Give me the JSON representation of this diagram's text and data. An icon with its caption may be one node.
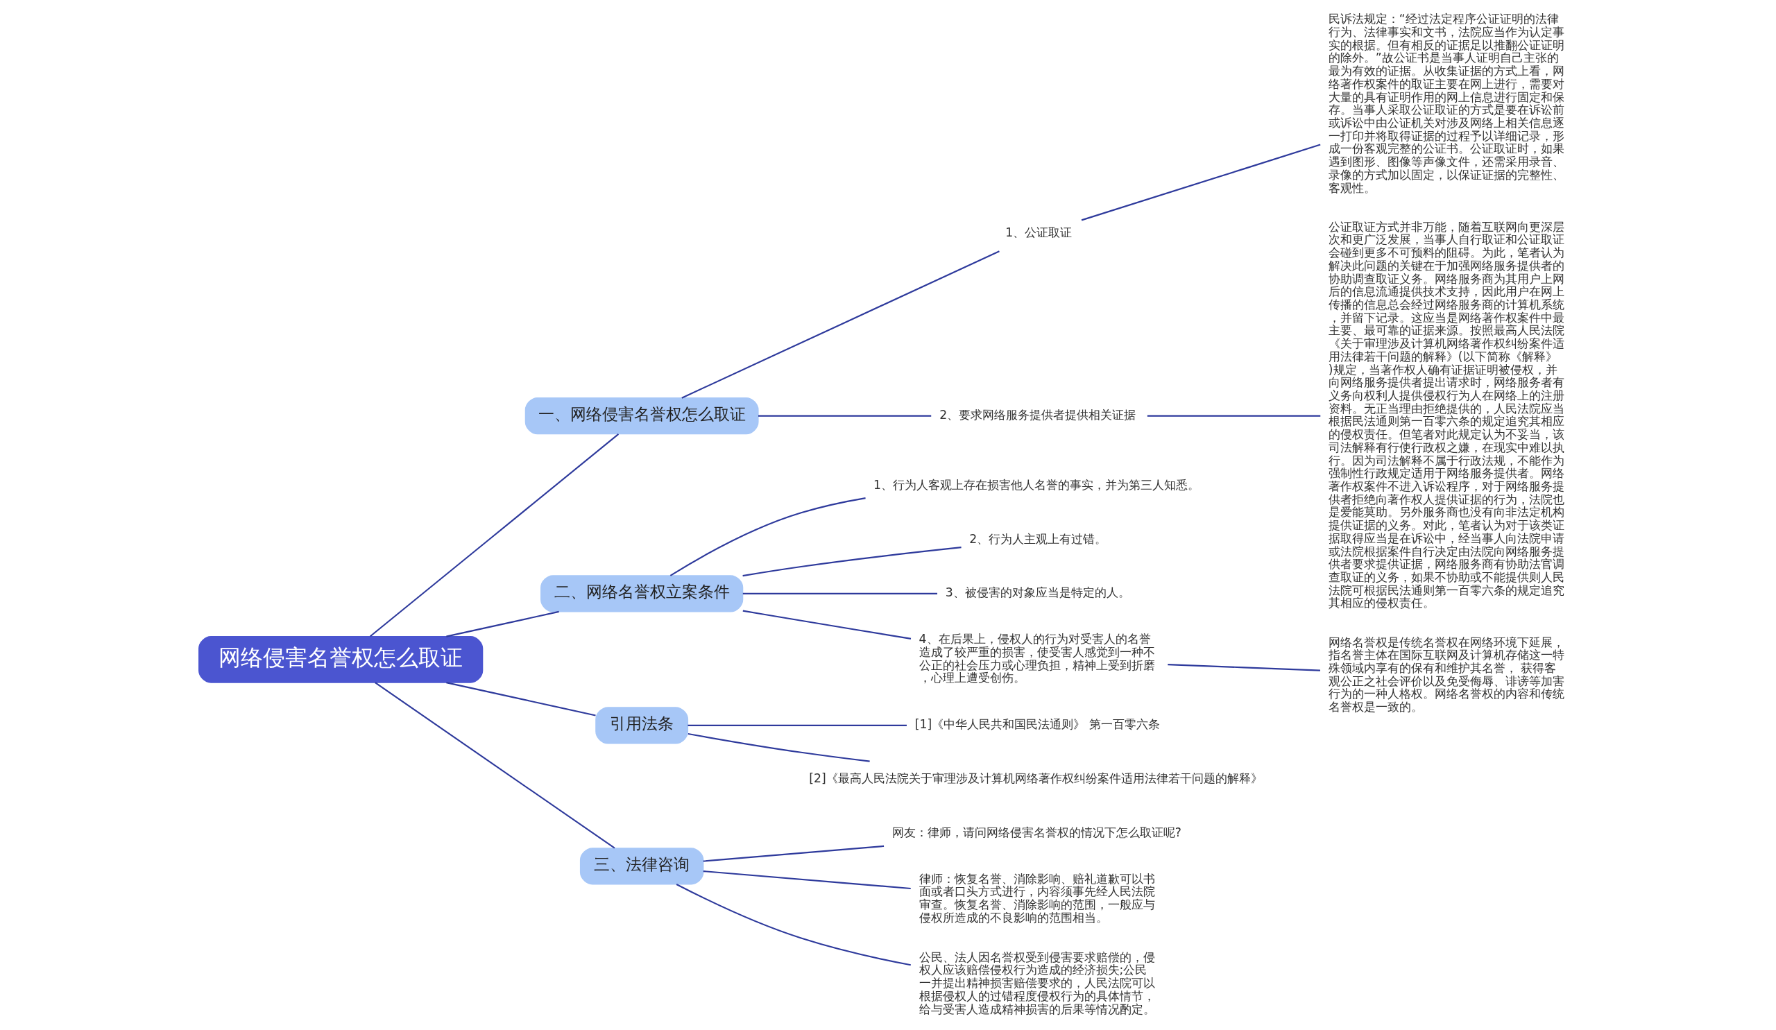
{
  "diagram": {
    "nodes": [
      {
        "text": [
          "网络侵害名誉权怎么取证"
        ]
      },
      {
        "text": [
          "一、网络侵害名誉权怎么取证"
        ]
      },
      {
        "text": [
          "1、公证取证"
        ]
      },
      {
        "text": [
          "民诉法规定：“经过法定程序公证证明的法律行为、法律事实和文书，法院应当作为认定事实的根据。但有相反的证据足以推翻公证证明的除外。”故公证书是当事人证明自己主张的最为有效的证据。从收集证据的方式上看，网络著作权案件的取证主要在网上进行，需要对大量的具有证明作用的网上信息进行固定和保存。当事人采取公证取证的方式是要在诉讼前或诉讼中由公证机关对涉及网络上相关信息逐一打印并将取得证据的过程予以详细记录，形成一份客观完整的公证书。公证取证时，如果遇到图形、图像等声像文件，还需采用录音、录像的方式加以固定，以保证证据的完整性、客观性。"
        ]
      },
      {
        "text": [
          "2、要求网络服务提供者提供相关证据"
        ]
      },
      {
        "text": [
          "公证取证方式并非万能，随着互联网向更深层次和更广泛发展，当事人自行取证和公证取证会碰到更多不可预料的阻碍。为此，笔者认为解决此问题的关键在于加强网络服务提供者的协助调查取证义务。网络服务商为其用户上网后的信息流通提供技术支持，因此用户在网上传播的信息总会经过网络服务商的计算机系统，并留下记录。这应当是网络著作权案件中最主要、最可靠的证据来源。按照最高人民法院《关于审理涉及计算机网络著作权纠纷案件适用法律若干问题的解释》(以下简称《解释》)规定，当著作权人确有证据证明被侵权，并向网络服务提供者提出请求时，网络服务者有义务向权利人提供侵权行为人在网络上的注册资料。无正当理由拒绝提供的，人民法院应当根据民法通则第一百零六条的规定追究其相应的侵权责任。但笔者对此规定认为不妥当，该司法解释有行使行政权之嫌，在现实中难以执行。因为司法解释不属于行政法规，不能作为强制性行政规定适用于网络服务提供者。网络著作权案件不进入诉讼程序，对于网络服务提供者拒绝向著作权人提供证据的行为，法院也是爱能莫助。另外服务商也没有向非法定机构提供证据的义务。对此，笔者认为对于该类证据取得应当是在诉讼中，经当事人向法院申请或法院根据案件自行决定由法院向网络服务提供者要求提供证据，网络服务商有协助法官调查取证的义务，如果不协助或不能提供则人民法院可根据民法通则第一百零六条的规定追究其相应的侵权责任。"
        ]
      },
      {
        "text": [
          "二、网络名誉权立案条件"
        ]
      },
      {
        "text": [
          "1、行为人客观上存在损害他人名誉的事实，并为第三人知悉。"
        ]
      },
      {
        "text": [
          "2、行为人主观上有过错。"
        ]
      },
      {
        "text": [
          "3、被侵害的对象应当是特定的人。"
        ]
      },
      {
        "text": [
          "4、在后果上，侵权人的行为对受害人的名誉造成了较严重的损害，使受害人感觉到一种不公正的社会压力或心理负担，精神上受到折磨，心理上遭受创伤。"
        ]
      },
      {
        "text": [
          "网络名誉权是传统名誉权在网络环境下延展，指名誉主体在国际互联网及计算机存储这一特殊领域内享有的保有和维护其名誉， 获得客观公正之社会评价以及免受侮辱、诽谤等加害行为的一种人格权。网络名誉权的内容和传统名誉权是一致的。"
        ]
      },
      {
        "text": [
          "引用法条"
        ]
      },
      {
        "text": [
          "[1]《中华人民共和国民法通则》 第一百零六条"
        ]
      },
      {
        "text": [
          "[2]《最高人民法院关于审理涉及计算机网络著作权纠纷案件适用法律若干问题的解释》"
        ]
      },
      {
        "text": [
          "三、法律咨询"
        ]
      },
      {
        "text": [
          "网友：律师，请问网络侵害名誉权的情况下怎么取证呢?"
        ]
      },
      {
        "text": [
          "律师：恢复名誉、消除影响、赔礼道歉可以书面或者口头方式进行，内容须事先经人民法院审查。恢复名誉、消除影响的范围，一般应与侵权所造成的不良影响的范围相当。"
        ]
      },
      {
        "text": [
          "公民、法人因名誉权受到侵害要求赔偿的，侵权人应该赔偿侵权行为造成的经济损失;公民一并提出精神损害赔偿要求的，人民法院可以根据侵权人的过错程度侵权行为的具体情节，给与受害人造成精神损害的后果等情况酌定。"
        ]
      }
    ],
    "edges": [
      {
        "from": 0,
        "to": 1,
        "arrow": "none"
      },
      {
        "from": 1,
        "to": 2,
        "arrow": "none"
      },
      {
        "from": 2,
        "to": 3,
        "arrow": "none"
      },
      {
        "from": 1,
        "to": 4,
        "arrow": "none"
      },
      {
        "from": 4,
        "to": 5,
        "arrow": "none"
      },
      {
        "from": 0,
        "to": 6,
        "arrow": "none"
      },
      {
        "from": 6,
        "to": 7,
        "arrow": "none"
      },
      {
        "from": 6,
        "to": 8,
        "arrow": "none"
      },
      {
        "from": 6,
        "to": 9,
        "arrow": "none"
      },
      {
        "from": 6,
        "to": 10,
        "arrow": "none"
      },
      {
        "from": 10,
        "to": 11,
        "arrow": "none"
      },
      {
        "from": 0,
        "to": 12,
        "arrow": "none"
      },
      {
        "from": 12,
        "to": 13,
        "arrow": "none"
      },
      {
        "from": 12,
        "to": 14,
        "arrow": "none"
      },
      {
        "from": 0,
        "to": 15,
        "arrow": "none"
      },
      {
        "from": 15,
        "to": 16,
        "arrow": "none"
      },
      {
        "from": 15,
        "to": 17,
        "arrow": "none"
      },
      {
        "from": 15,
        "to": 18,
        "arrow": "none"
      }
    ]
  }
}
